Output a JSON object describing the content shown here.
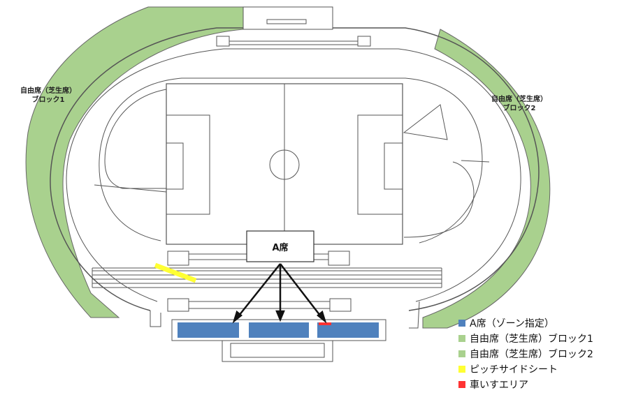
{
  "labels": {
    "block1_line1": "自由席（芝生席）",
    "block1_line2": "ブロック1",
    "block2_line1": "自由席（芝生席）",
    "block2_line2": "ブロック2",
    "a_seat": "A席"
  },
  "legend": [
    {
      "label": "A席（ゾーン指定）",
      "color": "#4f81bd"
    },
    {
      "label": "自由席（芝生席）ブロック1",
      "color": "#a9d18e"
    },
    {
      "label": "自由席（芝生席）ブロック2",
      "color": "#a9d18e"
    },
    {
      "label": "ピッチサイドシート",
      "color": "#ffff33"
    },
    {
      "label": "車いすエリア",
      "color": "#ff3333"
    }
  ],
  "colors": {
    "grass": "#a9d18e",
    "a_seat": "#4f81bd",
    "pitch_side": "#ffff33",
    "wheelchair": "#ff3333",
    "line": "#444444"
  }
}
